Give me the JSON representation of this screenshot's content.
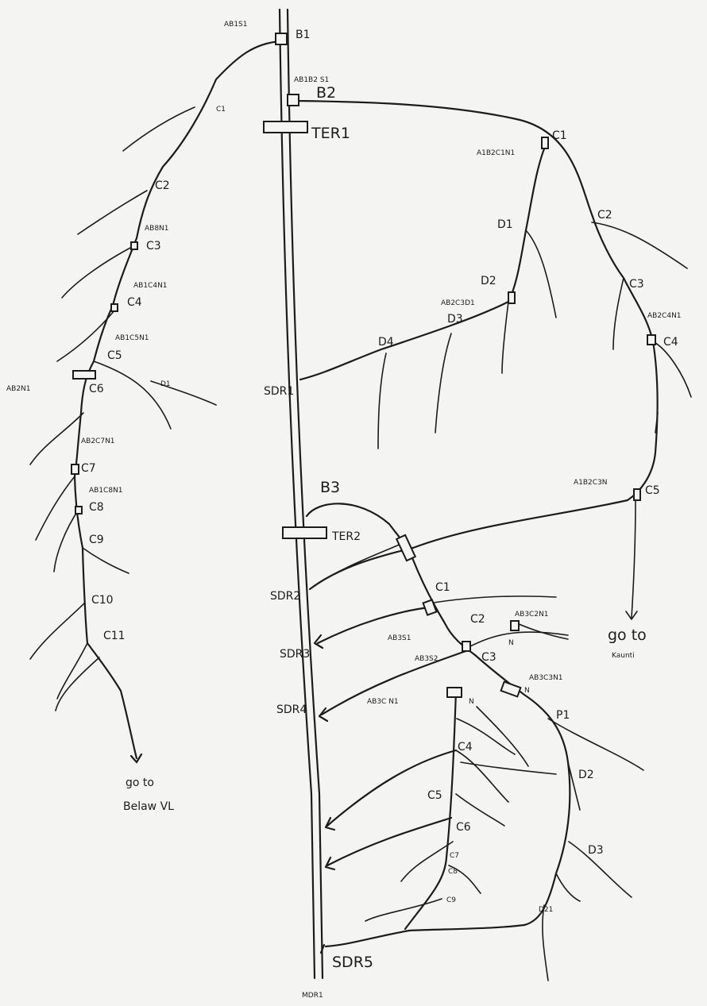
{
  "feeder_top": {
    "switch": "AB1S1",
    "bus": "B1"
  },
  "left_branch": {
    "sections": [
      "C1",
      "C2",
      "C3",
      "C4",
      "C5",
      "C6",
      "C7",
      "C8",
      "C9",
      "C10",
      "C11"
    ],
    "switches": [
      "AB8N1",
      "AB1C4N1",
      "AB1C5N1",
      "AB2N1",
      "AB2C7N1",
      "AB1C8N1"
    ],
    "sub_branch": "D1",
    "note": [
      "go to",
      "Belaw VL"
    ]
  },
  "right_top": {
    "switch": "AB1B2 S1",
    "bus": "B2",
    "terminal": "TER1",
    "sections": [
      "C1",
      "C2",
      "C3",
      "C4",
      "C5"
    ],
    "switches": [
      "A1B2C1N1",
      "AB2C4N1",
      "A1B2C3N",
      "AB2C3D1"
    ],
    "sub_branches": [
      "D1",
      "D2",
      "D3",
      "D4"
    ],
    "sdr": "SDR1",
    "note": [
      "go to",
      "Kaunti"
    ]
  },
  "right_bottom": {
    "bus": "B3",
    "terminal": "TER2",
    "sections": [
      "C1",
      "C2",
      "C3",
      "C4",
      "C5",
      "C6",
      "C7",
      "C8",
      "C9"
    ],
    "switches": [
      "AB3C2N1",
      "AB3S1",
      "AB3S2",
      "AB3C N1",
      "AB3C3N1"
    ],
    "n_labels": [
      "N",
      "N",
      "N"
    ],
    "sub_branches": [
      "P1",
      "D2",
      "D3",
      "D21"
    ],
    "sdr": [
      "SDR2",
      "SDR3",
      "SDR4",
      "SDR5"
    ]
  },
  "bottom_label": "MDR1"
}
